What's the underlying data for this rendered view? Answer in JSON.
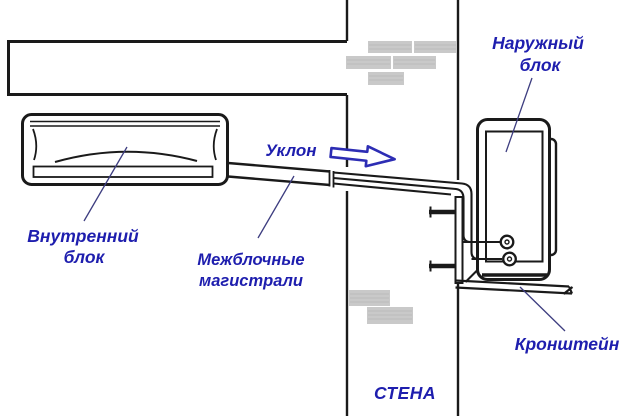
{
  "diagram": {
    "labels": {
      "outdoor_unit": [
        "Наружный",
        "блок"
      ],
      "indoor_unit": [
        "Внутренний",
        "блок"
      ],
      "interunit_lines": [
        "Межблочные",
        "магистрали"
      ],
      "slope": "Уклон",
      "bracket": "Кронштейн",
      "wall": "СТЕНА"
    },
    "icons": {
      "slope_arrow": "right-block-arrow"
    },
    "colors": {
      "label_blue": "#1e1eae",
      "leader_line": "#3d3d80",
      "outline_black": "#1a1a1a",
      "brick_gray": "#c9c9c9",
      "arrow_blue": "#2d2db4",
      "background": "#ffffff"
    }
  }
}
